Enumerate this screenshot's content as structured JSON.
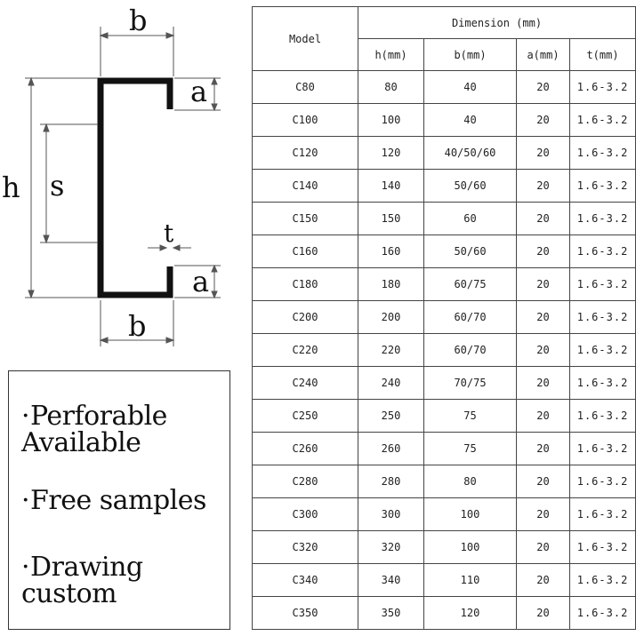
{
  "diagram": {
    "labels": {
      "b_top": "b",
      "b_bottom": "b",
      "h": "h",
      "s": "s",
      "t": "t",
      "a_top": "a",
      "a_bottom": "a"
    }
  },
  "features": {
    "items": [
      {
        "line1": "Perforable",
        "line2": "Available"
      },
      {
        "line1": "Free samples",
        "line2": ""
      },
      {
        "line1": "Drawing",
        "line2": "custom"
      }
    ],
    "bullet": "·"
  },
  "table": {
    "model_header": "Model",
    "dimension_header": "Dimension (mm)",
    "sub_headers": [
      "h(mm)",
      "b(mm)",
      "a(mm)",
      "t(mm)"
    ],
    "rows": [
      [
        "C80",
        "80",
        "40",
        "20",
        "1.6-3.2"
      ],
      [
        "C100",
        "100",
        "40",
        "20",
        "1.6-3.2"
      ],
      [
        "C120",
        "120",
        "40/50/60",
        "20",
        "1.6-3.2"
      ],
      [
        "C140",
        "140",
        "50/60",
        "20",
        "1.6-3.2"
      ],
      [
        "C150",
        "150",
        "60",
        "20",
        "1.6-3.2"
      ],
      [
        "C160",
        "160",
        "50/60",
        "20",
        "1.6-3.2"
      ],
      [
        "C180",
        "180",
        "60/75",
        "20",
        "1.6-3.2"
      ],
      [
        "C200",
        "200",
        "60/70",
        "20",
        "1.6-3.2"
      ],
      [
        "C220",
        "220",
        "60/70",
        "20",
        "1.6-3.2"
      ],
      [
        "C240",
        "240",
        "70/75",
        "20",
        "1.6-3.2"
      ],
      [
        "C250",
        "250",
        "75",
        "20",
        "1.6-3.2"
      ],
      [
        "C260",
        "260",
        "75",
        "20",
        "1.6-3.2"
      ],
      [
        "C280",
        "280",
        "80",
        "20",
        "1.6-3.2"
      ],
      [
        "C300",
        "300",
        "100",
        "20",
        "1.6-3.2"
      ],
      [
        "C320",
        "320",
        "100",
        "20",
        "1.6-3.2"
      ],
      [
        "C340",
        "340",
        "110",
        "20",
        "1.6-3.2"
      ],
      [
        "C350",
        "350",
        "120",
        "20",
        "1.6-3.2"
      ]
    ]
  }
}
